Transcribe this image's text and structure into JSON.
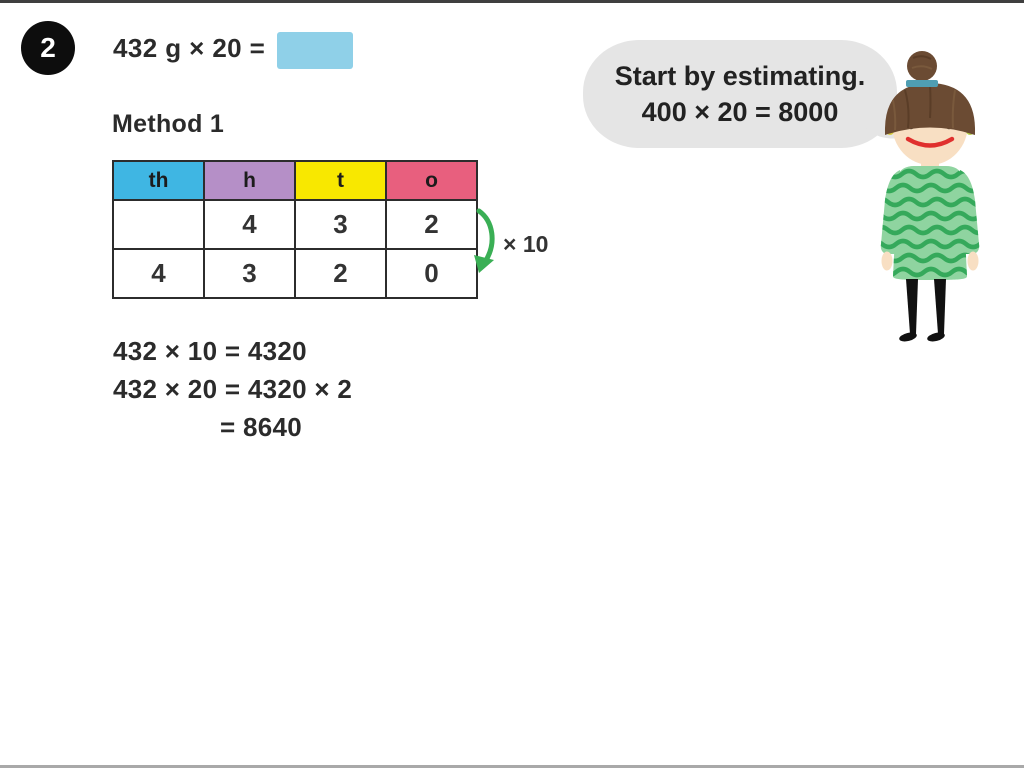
{
  "page": {
    "question_number": "2",
    "question_text": "432 g × 20 =",
    "method_label": "Method 1",
    "background": "#ffffff",
    "frame_bar_top_color": "#3f3f3f",
    "frame_bar_bottom_color": "#a9a9a9"
  },
  "answer_box": {
    "color": "#8fd0e8",
    "value": ""
  },
  "place_value_table": {
    "headers": [
      "th",
      "h",
      "t",
      "o"
    ],
    "header_styles": [
      "background:#3fb6e3",
      "background:#b58fc7",
      "background:#f8e800",
      "background:#e85f7e"
    ],
    "rows": [
      [
        "",
        "4",
        "3",
        "2"
      ],
      [
        "4",
        "3",
        "2",
        "0"
      ]
    ]
  },
  "arrow": {
    "label": "× 10",
    "color": "#3aaf55",
    "direction": "curved-down-left"
  },
  "working": {
    "line1": "432 × 10 = 4320",
    "line2": "432 × 20 = 4320 × 2",
    "line3": "= 8640"
  },
  "speech_bubble": {
    "line1": "Start by estimating.",
    "line2": "400 × 20 = 8000",
    "fill": "#e5e5e5"
  },
  "character": {
    "icon": "teacher-character-icon",
    "colors": {
      "skin": "#f8dfc3",
      "hair": "#6b4b33",
      "hair_band": "#4f9eb2",
      "dress": "#8fd4a0",
      "dress_waves": "#35a95b",
      "smile": "#e0302e",
      "legs": "#111111"
    }
  }
}
